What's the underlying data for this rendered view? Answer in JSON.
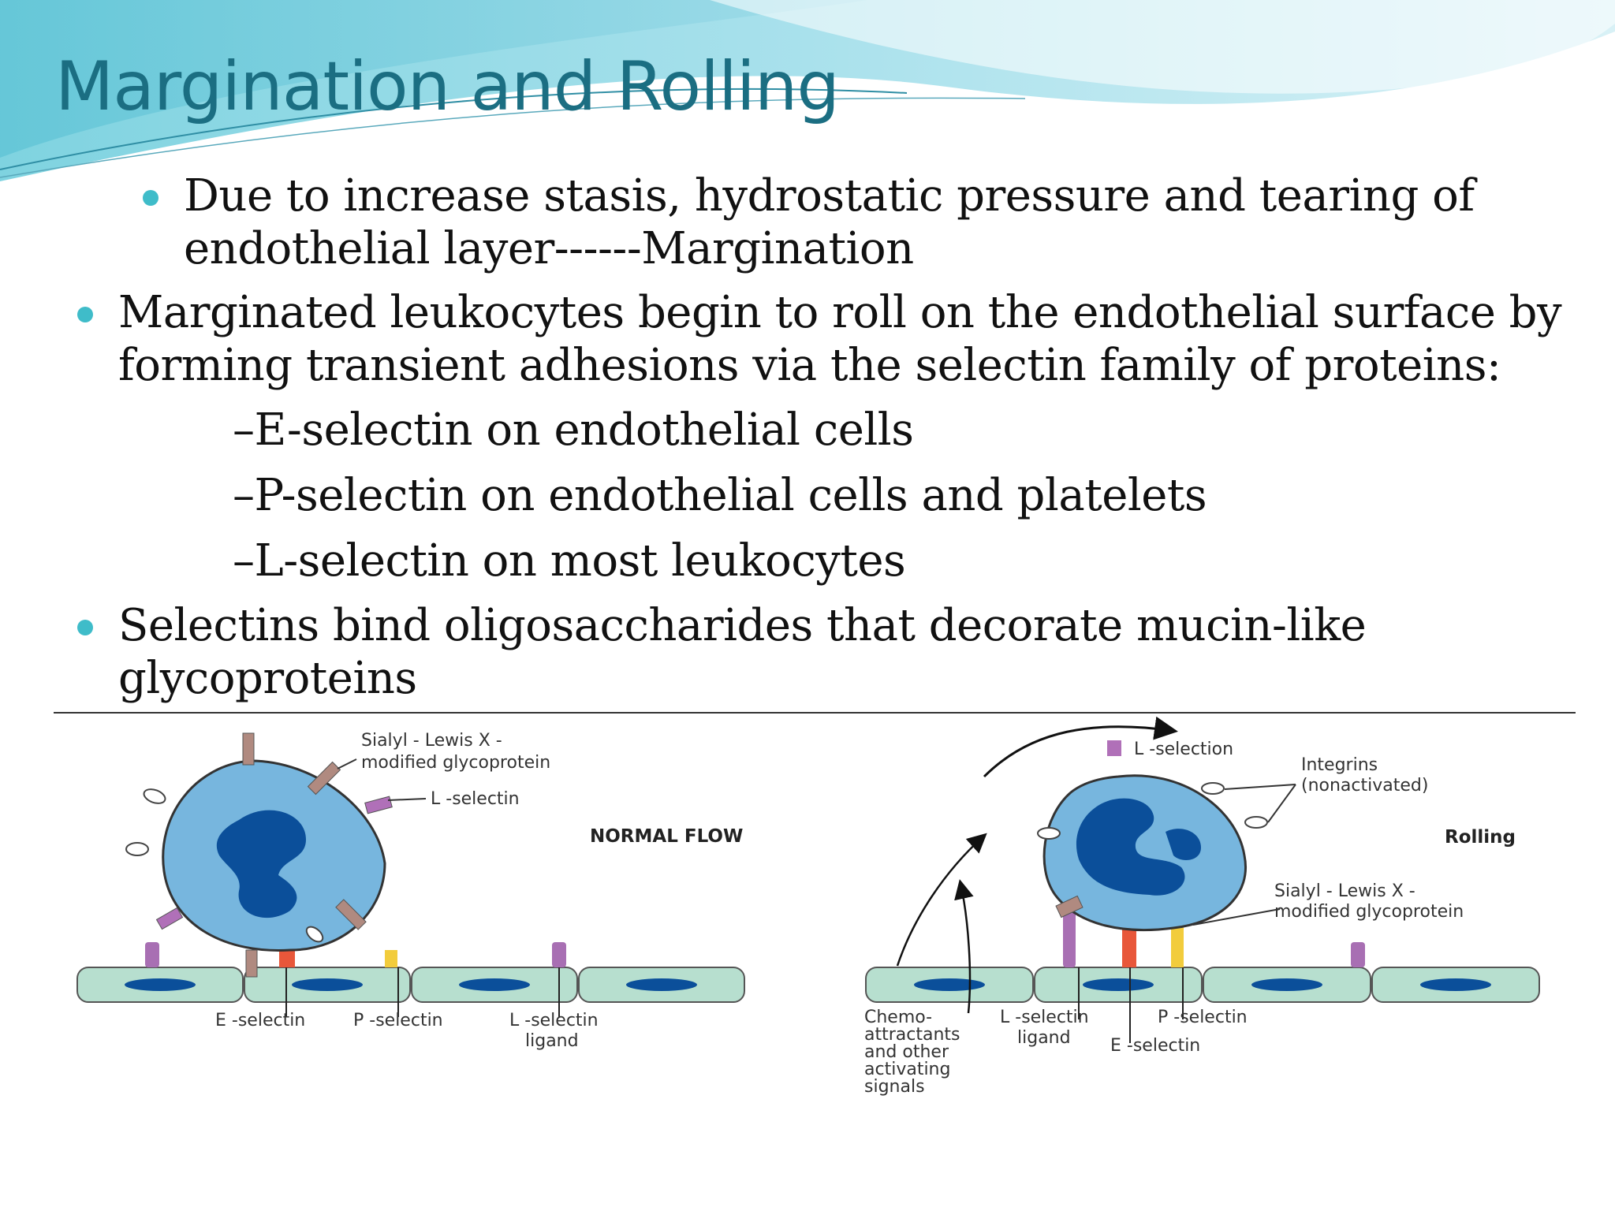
{
  "title": "Margination and Rolling",
  "bullets": {
    "b1": [
      "Due to increase stasis, hydrostatic pressure and tearing of",
      "endothelial layer------Margination"
    ],
    "b2": [
      "Marginated leukocytes begin to roll on the endothelial surface by",
      "forming transient adhesions via the selectin family of proteins:"
    ],
    "subs": [
      "–E-selectin on endothelial cells",
      "–P-selectin on endothelial cells and platelets",
      "–L-selectin on most leukocytes"
    ],
    "b3": [
      "Selectins bind oligosaccharides that decorate mucin-like",
      "glycoproteins"
    ]
  },
  "figure": {
    "left": {
      "heading": "NORMAL FLOW",
      "sialyl": [
        "Sialyl - Lewis X -",
        "modified glycoprotein"
      ],
      "l_selectin": "L -selectin",
      "e_selectin": "E -selectin",
      "p_selectin": "P -selectin",
      "l_ligand": [
        "L -selectin",
        "ligand"
      ]
    },
    "right": {
      "heading": "Rolling",
      "l_selection": "L -selection",
      "integrins": [
        "Integrins",
        "(nonactivated)"
      ],
      "sialyl": [
        "Sialyl - Lewis X -",
        "modified glycoprotein"
      ],
      "chemo": [
        "Chemo-",
        "attractants",
        "and other",
        "activating",
        "signals"
      ],
      "l_ligand": [
        "L -selectin",
        "ligand"
      ],
      "p_selectin": "P -selectin",
      "e_selectin": "E -selectin"
    }
  },
  "colors": {
    "title": "#1b6e82",
    "bullet_dot": "#3fbcc9",
    "cell_fill": "#77b6de",
    "nucleus": "#0b4f9a",
    "endothelium": "#b7dfcf",
    "e_selectin": "#e8573a",
    "p_selectin": "#f2cc3c",
    "ligand": "#a86fb3"
  }
}
